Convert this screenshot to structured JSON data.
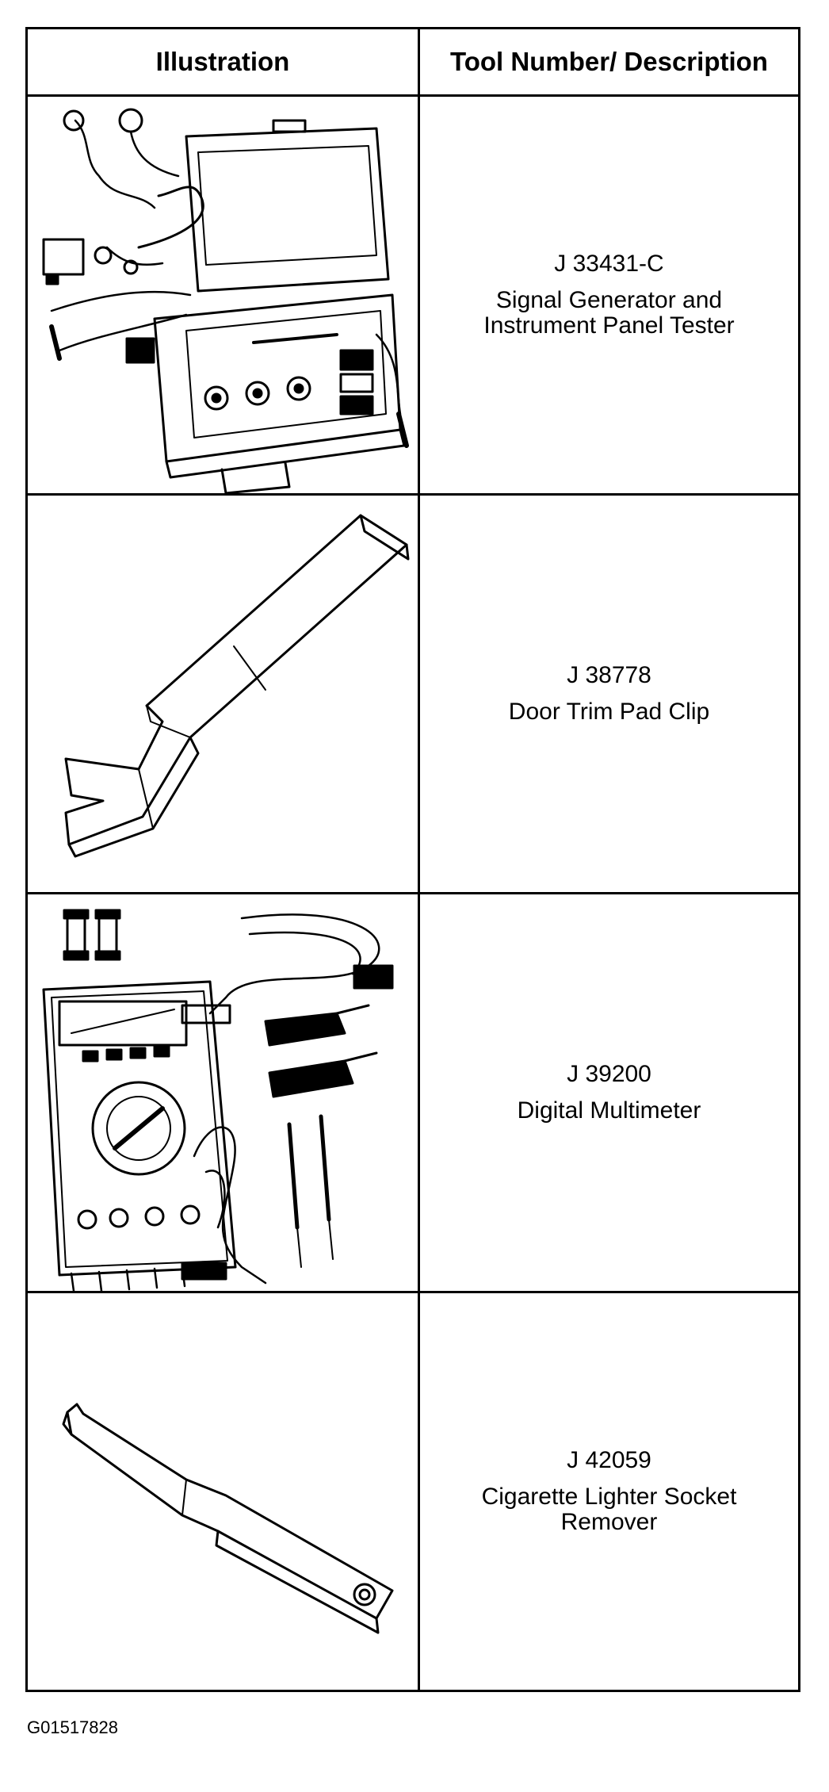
{
  "table": {
    "headers": {
      "illustration": "Illustration",
      "tool": "Tool Number/ Description"
    },
    "rows": [
      {
        "number": "J 33431-C",
        "desc_line1": "Signal Generator and",
        "desc_line2": "Instrument Panel Tester",
        "icon": "tester-kit-icon"
      },
      {
        "number": "J 38778",
        "desc_line1": "Door Trim Pad Clip",
        "desc_line2": "",
        "icon": "trim-clip-tool-icon"
      },
      {
        "number": "J 39200",
        "desc_line1": "Digital Multimeter",
        "desc_line2": "",
        "icon": "multimeter-icon"
      },
      {
        "number": "J 42059",
        "desc_line1": "Cigarette Lighter Socket",
        "desc_line2": "Remover",
        "icon": "socket-remover-icon"
      }
    ]
  },
  "footer": {
    "figure_id": "G01517828"
  }
}
